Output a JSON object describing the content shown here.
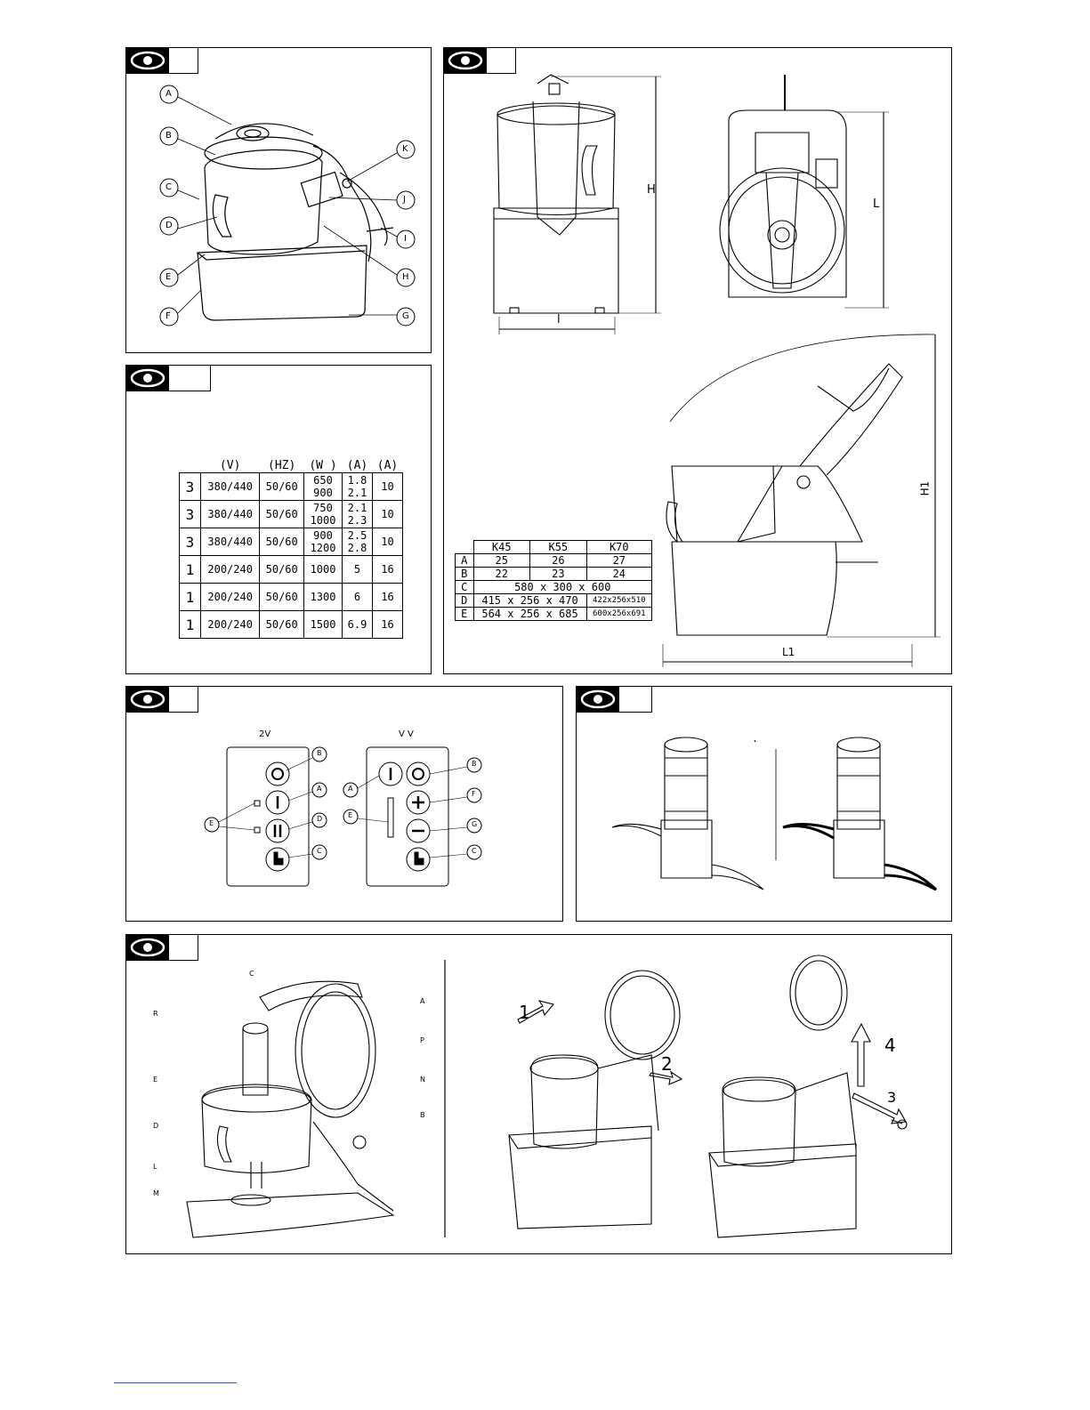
{
  "callouts_fig1": [
    "A",
    "B",
    "C",
    "D",
    "E",
    "F",
    "K",
    "J",
    "I",
    "H",
    "G"
  ],
  "dimensions": {
    "H": "H",
    "l": "l",
    "L": "L",
    "H1": "H1",
    "L1": "L1"
  },
  "electrical_table": {
    "headers": [
      "",
      "(V)",
      "(HZ)",
      "(W )",
      "(A)",
      "(A)"
    ],
    "rows": [
      [
        "3",
        "380/440",
        "50/60",
        "650\n900",
        "1.8\n2.1",
        "10"
      ],
      [
        "3",
        "380/440",
        "50/60",
        "750\n1000",
        "2.1\n2.3",
        "10"
      ],
      [
        "3",
        "380/440",
        "50/60",
        "900\n1200",
        "2.5\n2.8",
        "10"
      ],
      [
        "1",
        "200/240",
        "50/60",
        "1000",
        "5",
        "16"
      ],
      [
        "1",
        "200/240",
        "50/60",
        "1300",
        "6",
        "16"
      ],
      [
        "1",
        "200/240",
        "50/60",
        "1500",
        "6.9",
        "16"
      ]
    ]
  },
  "model_table": {
    "headers": [
      "",
      "K45",
      "K55",
      "K70"
    ],
    "rows": [
      [
        "A",
        "25",
        "26",
        "27"
      ],
      [
        "B",
        "22",
        "23",
        "24"
      ]
    ],
    "row_c": [
      "C",
      "580 x 300 x 600"
    ],
    "row_d": [
      "D",
      "415 x 256 x 470",
      "422x256x510"
    ],
    "row_e": [
      "E",
      "564 x 256 x 685",
      "600x256x691"
    ]
  },
  "control_panels": {
    "left_title": "2V",
    "right_title": "V V",
    "left_callouts": [
      "B",
      "A",
      "D",
      "C",
      "E"
    ],
    "right_callouts": [
      "A",
      "E",
      "B",
      "F",
      "G",
      "C"
    ]
  },
  "callouts_fig5": [
    "C",
    "A",
    "R",
    "P",
    "E",
    "N",
    "B",
    "D",
    "L",
    "M"
  ],
  "steps": [
    "1",
    "2",
    "3",
    "4"
  ]
}
